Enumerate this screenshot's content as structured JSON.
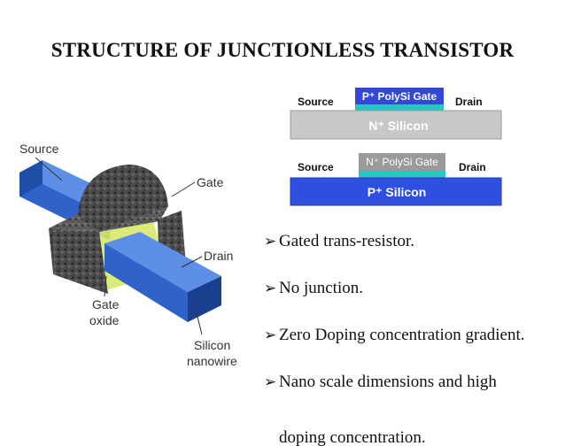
{
  "slide": {
    "title": "STRUCTURE OF JUNCTIONLESS TRANSISTOR"
  },
  "diagram_3d": {
    "labels": {
      "source": "Source",
      "gate": "Gate",
      "drain": "Drain",
      "gate_oxide_line1": "Gate",
      "gate_oxide_line2": "oxide",
      "silicon_line1": "Silicon",
      "silicon_line2": "nanowire"
    }
  },
  "cross_section_n": {
    "gate_label": "P⁺ PolySi Gate",
    "source_label": "Source",
    "drain_label": "Drain",
    "body_label": "N⁺ Silicon"
  },
  "cross_section_p": {
    "gate_label": "N⁺ PolySi Gate",
    "source_label": "Source",
    "drain_label": "Drain",
    "body_label": "P⁺ Silicon"
  },
  "bullets": [
    {
      "marker": "➢",
      "text": "Gated trans-resistor."
    },
    {
      "marker": "➢",
      "text": "No junction."
    },
    {
      "marker": "➢",
      "text": "Zero Doping concentration gradient."
    },
    {
      "marker": "➢",
      "text": "Nano scale dimensions and high"
    },
    {
      "marker": "",
      "text": "doping concentration."
    }
  ],
  "colors": {
    "nanowire_blue": "#3a73d8",
    "gate_gray": "#4a4a4a",
    "oxide_yellow": "#d8e86a",
    "n_silicon_gray": "#c8c8c8",
    "p_silicon_blue": "#2f4fe0",
    "polysi_gate_blue": "#3348d6",
    "oxide_cyan": "#25c7c2"
  }
}
